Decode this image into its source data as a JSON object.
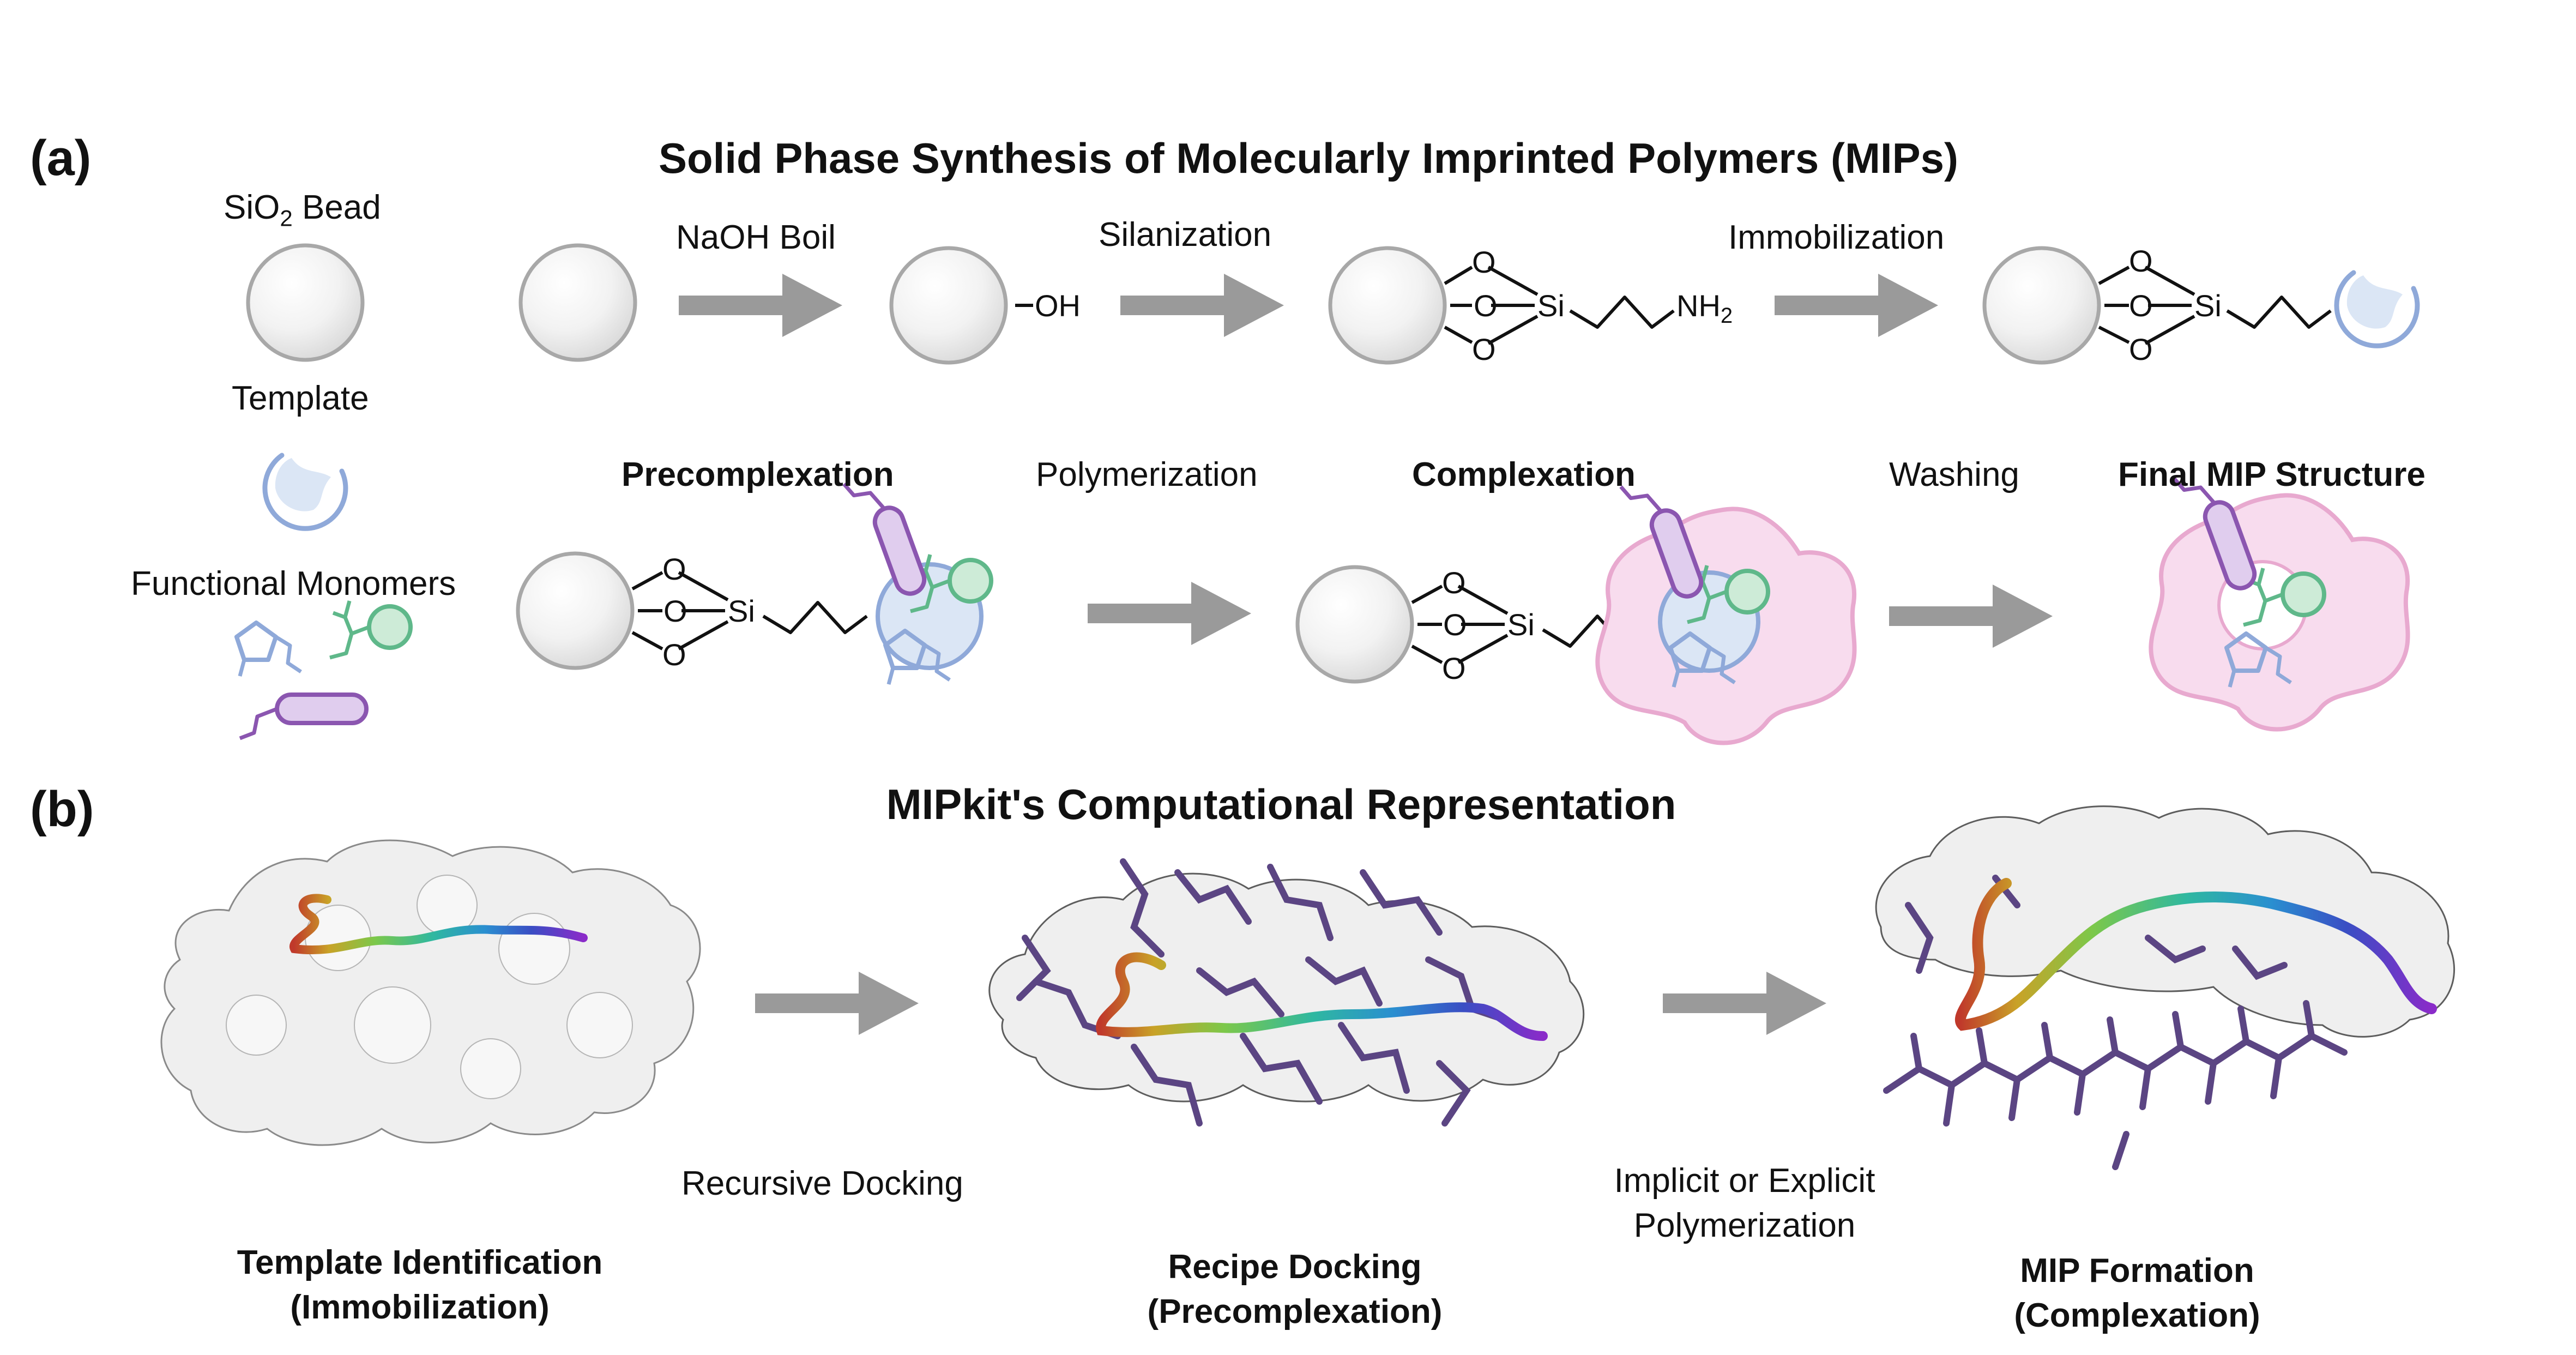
{
  "panel_a": {
    "label": "(a)",
    "title": "Solid Phase Synthesis of Molecularly Imprinted Polymers (MIPs)",
    "legend": {
      "sio2_bead_prefix": "SiO",
      "sio2_bead_sub": "2",
      "sio2_bead_suffix": " Bead",
      "template": "Template",
      "functional_monomers": "Functional Monomers"
    },
    "steps": {
      "naoh_boil": "NaOH Boil",
      "silanization": "Silanization",
      "immobilization": "Immobilization",
      "precomplexation": "Precomplexation",
      "polymerization": "Polymerization",
      "complexation": "Complexation",
      "washing": "Washing",
      "final_mip": "Final MIP Structure"
    },
    "chem": {
      "oh": "OH",
      "o": "O",
      "si": "Si",
      "nh2": "NH",
      "nh2_sub": "2"
    }
  },
  "panel_b": {
    "label": "(b)",
    "title": "MIPkit's Computational Representation",
    "step1": "Recursive Docking",
    "step2_line1": "Implicit or Explicit",
    "step2_line2": "Polymerization",
    "captions": {
      "template_line1": "Template Identification",
      "template_line2": "(Immobilization)",
      "recipe_line1": "Recipe Docking",
      "recipe_line2": "(Precomplexation)",
      "mip_line1": "MIP Formation",
      "mip_line2": "(Complexation)"
    }
  },
  "colors": {
    "arrow": "#9a9a9a",
    "bead_fill": "#f1f1f1",
    "bead_stroke": "#a8a8a8",
    "template_blue": "#8fa9d9",
    "template_fill": "#dbe6f5",
    "monomer_purple": "#8b56b0",
    "monomer_purple_fill": "#e0cdee",
    "monomer_green": "#5fb88a",
    "monomer_green_fill": "#cdebd7",
    "polymer_pink": "#e8a9cf",
    "polymer_pink_fill": "#f8dcee",
    "stick_purple": "#5b4583",
    "surface": "#efefef"
  }
}
